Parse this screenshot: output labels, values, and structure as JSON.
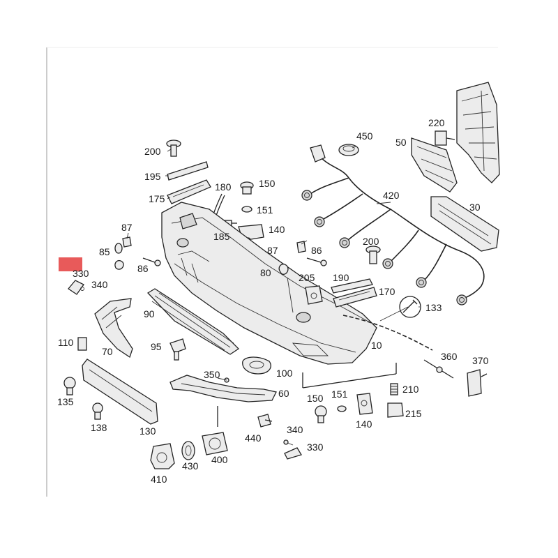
{
  "diagram": {
    "highlight_color": "#e85a5a",
    "labels": [
      {
        "id": "220",
        "text": "220"
      },
      {
        "id": "450",
        "text": "450"
      },
      {
        "id": "50",
        "text": "50"
      },
      {
        "id": "200a",
        "text": "200"
      },
      {
        "id": "195",
        "text": "195"
      },
      {
        "id": "180",
        "text": "180"
      },
      {
        "id": "150a",
        "text": "150"
      },
      {
        "id": "175",
        "text": "175"
      },
      {
        "id": "151a",
        "text": "151"
      },
      {
        "id": "420",
        "text": "420"
      },
      {
        "id": "30",
        "text": "30"
      },
      {
        "id": "87a",
        "text": "87"
      },
      {
        "id": "140a",
        "text": "140"
      },
      {
        "id": "185",
        "text": "185"
      },
      {
        "id": "85",
        "text": "85"
      },
      {
        "id": "87b",
        "text": "87"
      },
      {
        "id": "86b",
        "text": "86"
      },
      {
        "id": "200b",
        "text": "200"
      },
      {
        "id": "330a",
        "text": "330"
      },
      {
        "id": "86a",
        "text": "86"
      },
      {
        "id": "340a",
        "text": "340"
      },
      {
        "id": "80",
        "text": "80"
      },
      {
        "id": "205",
        "text": "205"
      },
      {
        "id": "190",
        "text": "190"
      },
      {
        "id": "170",
        "text": "170"
      },
      {
        "id": "133",
        "text": "133"
      },
      {
        "id": "90",
        "text": "90"
      },
      {
        "id": "110",
        "text": "110"
      },
      {
        "id": "95",
        "text": "95"
      },
      {
        "id": "70",
        "text": "70"
      },
      {
        "id": "10",
        "text": "10"
      },
      {
        "id": "360",
        "text": "360"
      },
      {
        "id": "370",
        "text": "370"
      },
      {
        "id": "350",
        "text": "350"
      },
      {
        "id": "100",
        "text": "100"
      },
      {
        "id": "210",
        "text": "210"
      },
      {
        "id": "60",
        "text": "60"
      },
      {
        "id": "135",
        "text": "135"
      },
      {
        "id": "150b",
        "text": "150"
      },
      {
        "id": "151b",
        "text": "151"
      },
      {
        "id": "215",
        "text": "215"
      },
      {
        "id": "138",
        "text": "138"
      },
      {
        "id": "130",
        "text": "130"
      },
      {
        "id": "140b",
        "text": "140"
      },
      {
        "id": "440",
        "text": "440"
      },
      {
        "id": "340b",
        "text": "340"
      },
      {
        "id": "330b",
        "text": "330"
      },
      {
        "id": "400",
        "text": "400"
      },
      {
        "id": "430",
        "text": "430"
      },
      {
        "id": "410",
        "text": "410"
      }
    ]
  }
}
